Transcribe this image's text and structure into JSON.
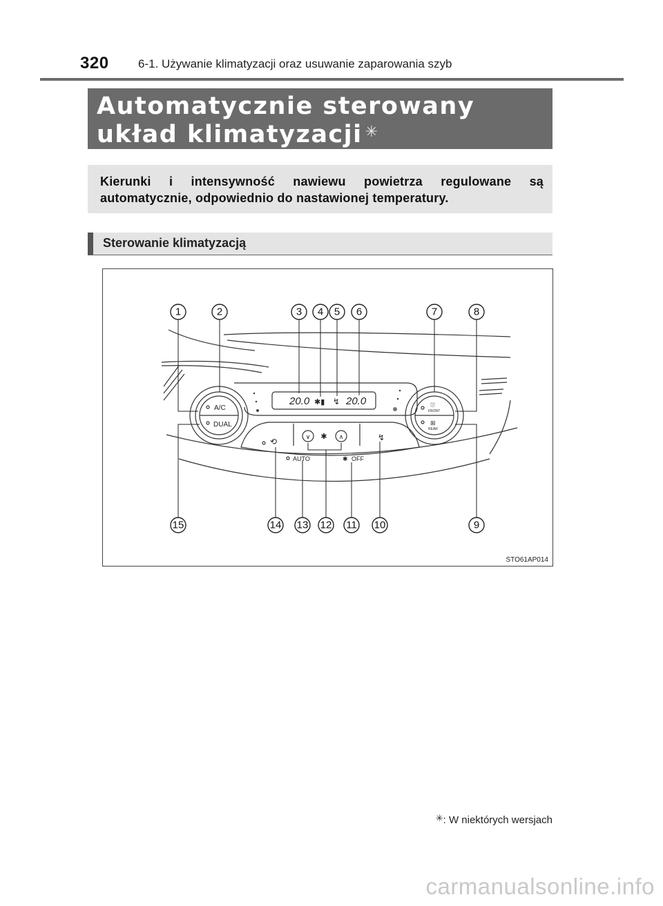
{
  "header": {
    "page_number": "320",
    "running_title": "6-1. Używanie klimatyzacji oraz usuwanie zaparowania szyb"
  },
  "title": {
    "text": "Automatycznie sterowany układ klimatyzacji",
    "asterisk": "✳"
  },
  "intro": {
    "text": "Kierunki i intensywność nawiewu powietrza regulowane są automatycznie, odpowiednio do nastawionej temperatury."
  },
  "section": {
    "heading": "Sterowanie klimatyzacją"
  },
  "figure": {
    "code": "STO61AP014",
    "callouts_top": [
      "1",
      "2",
      "3",
      "4",
      "5",
      "6",
      "7",
      "8"
    ],
    "callouts_bottom": [
      "15",
      "14",
      "13",
      "12",
      "11",
      "10",
      "9"
    ],
    "panel": {
      "left_display": "20.0",
      "right_display": "20.0",
      "ac_label": "A/C",
      "dual_label": "DUAL",
      "front_label": "FRONT",
      "rear_label": "REAR",
      "auto_label": "AUTO",
      "off_label": "OFF"
    }
  },
  "footnote": {
    "mark": "✳",
    "text": ": W niektórych wersjach"
  },
  "watermark": "carmanualsonline.info"
}
